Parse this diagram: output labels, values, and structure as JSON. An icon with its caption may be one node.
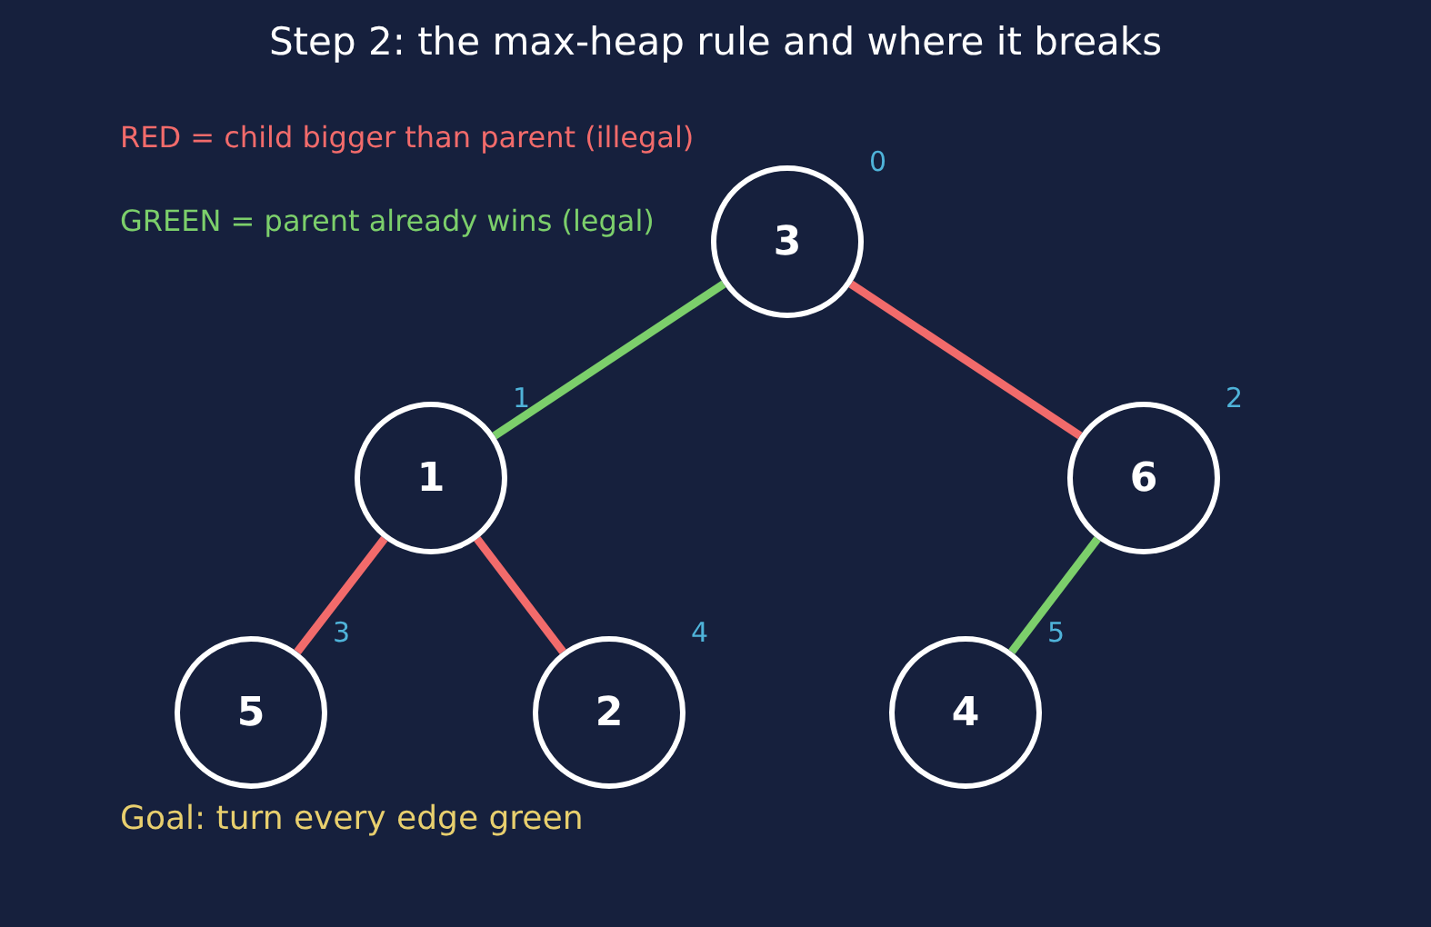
{
  "diagram": {
    "title": "Step 2: the max-heap rule and where it breaks",
    "nodes": [
      {
        "text": [
          "3"
        ],
        "beside": [
          "0"
        ]
      },
      {
        "text": [
          "1"
        ],
        "beside": [
          "1"
        ]
      },
      {
        "text": [
          "6"
        ],
        "beside": [
          "2"
        ]
      },
      {
        "text": [
          "5"
        ],
        "beside": [
          "3"
        ]
      },
      {
        "text": [
          "2"
        ],
        "beside": [
          "4"
        ]
      },
      {
        "text": [
          "4"
        ],
        "beside": [
          "5"
        ]
      }
    ],
    "edges": [
      {
        "from": 0,
        "to": 1,
        "arrow": "none",
        "color": "#7ccf6b"
      },
      {
        "from": 0,
        "to": 2,
        "arrow": "none"
      },
      {
        "from": 1,
        "to": 3,
        "arrow": "none"
      },
      {
        "from": 1,
        "to": 4,
        "arrow": "none"
      },
      {
        "from": 2,
        "to": 5,
        "arrow": "none",
        "color": "#7ccf6b"
      }
    ],
    "labels": [
      "Goal: turn every edge green"
    ],
    "legend": [
      {
        "text": "RED = child bigger than parent (illegal)",
        "color": "#f26b6b"
      },
      {
        "text": "GREEN = parent already wins (legal)",
        "color": "#7ccf6b"
      }
    ]
  }
}
